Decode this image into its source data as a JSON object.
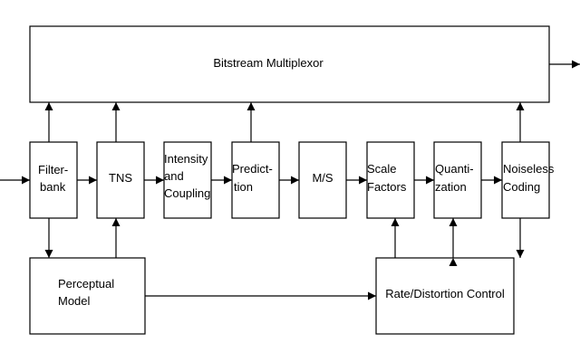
{
  "blocks": {
    "bitstream": "Bitstream Multiplexor",
    "filterbank": [
      "Filter-",
      "bank"
    ],
    "tns": "TNS",
    "intensity": [
      "Intensity",
      "and",
      "Coupling"
    ],
    "prediction": [
      "Predict-",
      "tion"
    ],
    "ms": "M/S",
    "scale": [
      "Scale",
      "Factors"
    ],
    "quant": [
      "Quanti-",
      "zation"
    ],
    "noiseless": [
      "Noiseless",
      "Coding"
    ],
    "perceptual": [
      "Perceptual",
      "Model"
    ],
    "rate": "Rate/Distortion Control"
  },
  "colors": {
    "stroke": "#000000",
    "background": "#ffffff"
  }
}
